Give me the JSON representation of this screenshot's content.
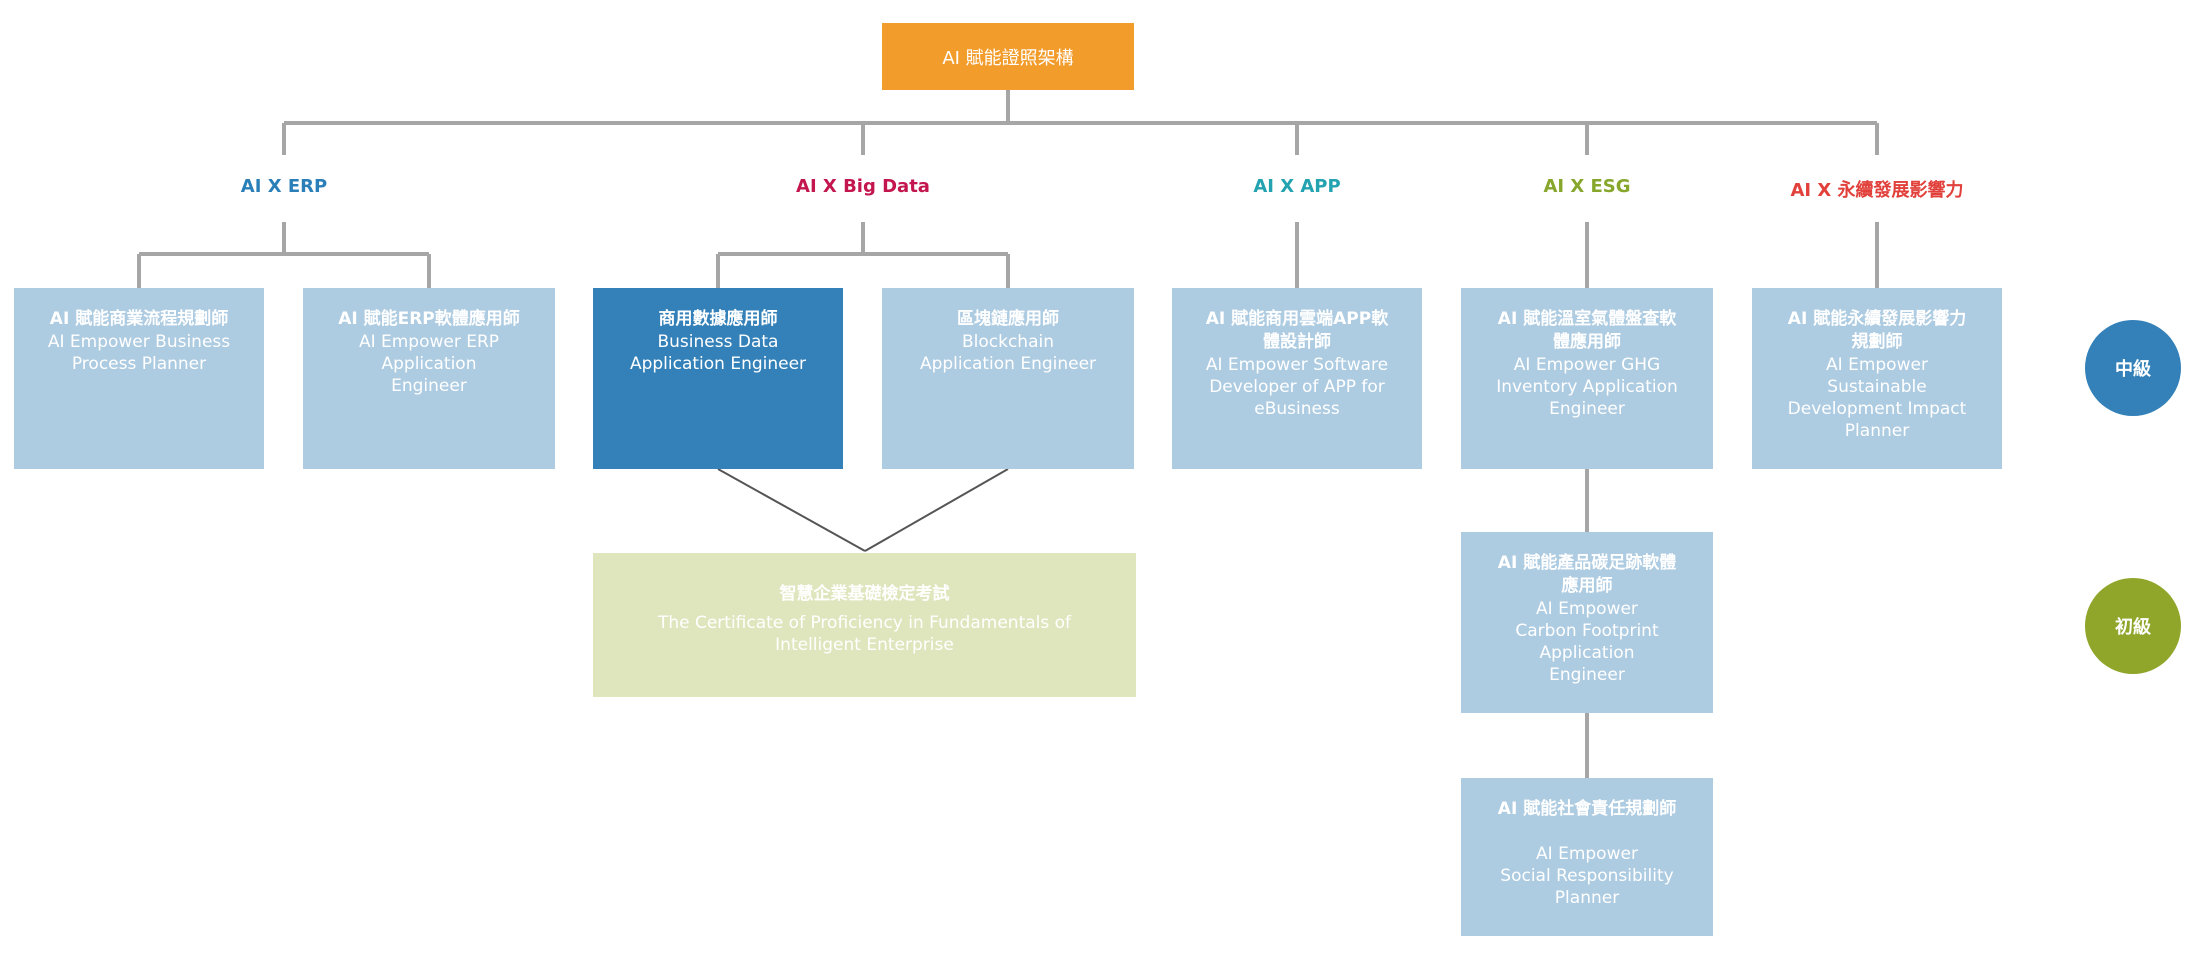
{
  "root": {
    "label": "AI 賦能證照架構",
    "color": "#f29c2b"
  },
  "categories": [
    {
      "label": "AI X ERP",
      "color": "#2b7fb8"
    },
    {
      "label": "AI X Big Data",
      "color": "#c3164f"
    },
    {
      "label": "AI X APP",
      "color": "#23a2b0"
    },
    {
      "label": "AI X ESG",
      "color": "#86a72b"
    },
    {
      "label": "AI X 永續發展影響力",
      "color": "#e1403b"
    }
  ],
  "certs": {
    "bpp": {
      "zh": "AI 賦能商業流程規劃師",
      "en": "AI Empower Business\nProcess Planner"
    },
    "erp": {
      "zh": "AI 賦能ERP軟體應用師",
      "en": "AI Empower ERP\nApplication\nEngineer"
    },
    "bda": {
      "zh": "商用數據應用師",
      "en": "Business Data\nApplication Engineer"
    },
    "bc": {
      "zh": "區塊鏈應用師",
      "en": "Blockchain\nApplication Engineer"
    },
    "app": {
      "zh": "AI 賦能商用雲端APP軟\n體設計師",
      "en": "AI Empower Software\nDeveloper of APP for\neBusiness"
    },
    "ghg": {
      "zh": "AI 賦能溫室氣體盤查軟\n體應用師",
      "en": "AI Empower GHG\nInventory Application\nEngineer"
    },
    "sdi": {
      "zh": "AI 賦能永續發展影響力\n規劃師",
      "en": "AI Empower\nSustainable\nDevelopment Impact\nPlanner"
    },
    "cfp": {
      "zh": "AI 賦能產品碳足跡軟體\n應用師",
      "en": "AI Empower\nCarbon Footprint\nApplication\nEngineer"
    },
    "srp": {
      "zh": "AI 賦能社會責任規劃師",
      "en": "\nAI Empower\nSocial Responsibility\nPlanner"
    },
    "fund": {
      "zh": "智慧企業基礎檢定考試",
      "en": "The Certificate of Proficiency in Fundamentals of\nIntelligent Enterprise"
    }
  },
  "levels": {
    "intermediate": {
      "label": "中級",
      "color": "#3381b8"
    },
    "basic": {
      "label": "初級",
      "color": "#8fa62a"
    }
  },
  "colors": {
    "connector": "#a6a6a6",
    "diagonal": "#555555"
  }
}
